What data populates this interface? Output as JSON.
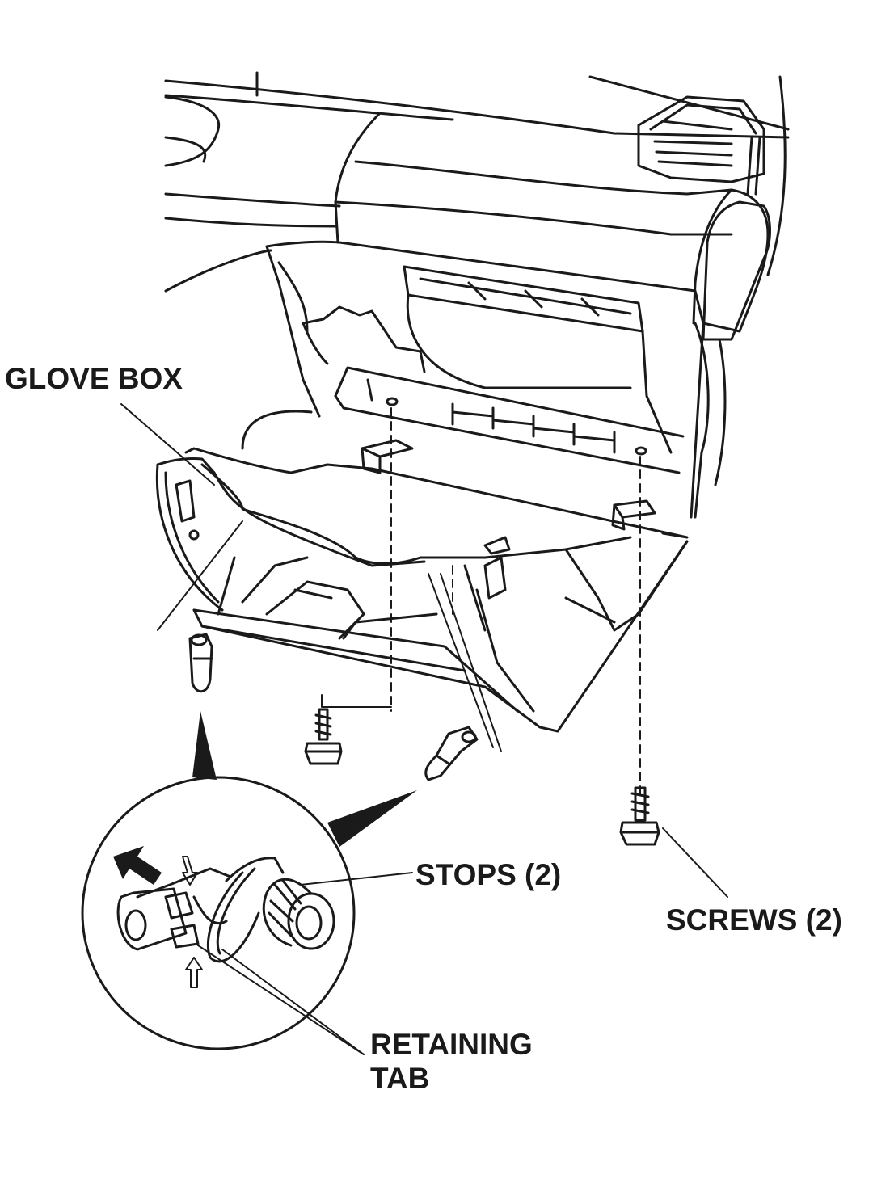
{
  "labels": {
    "glove_box": "GLOVE BOX",
    "stops": "STOPS  (2)",
    "screws": "SCREWS (2)",
    "retaining_line1": "RETAINING",
    "retaining_line2": "TAB"
  },
  "colors": {
    "line": "#1a1a1a",
    "background": "#ffffff"
  },
  "icons": {
    "arrow": "filled-arrow-up-left",
    "small_arrows": "outline-arrow"
  }
}
